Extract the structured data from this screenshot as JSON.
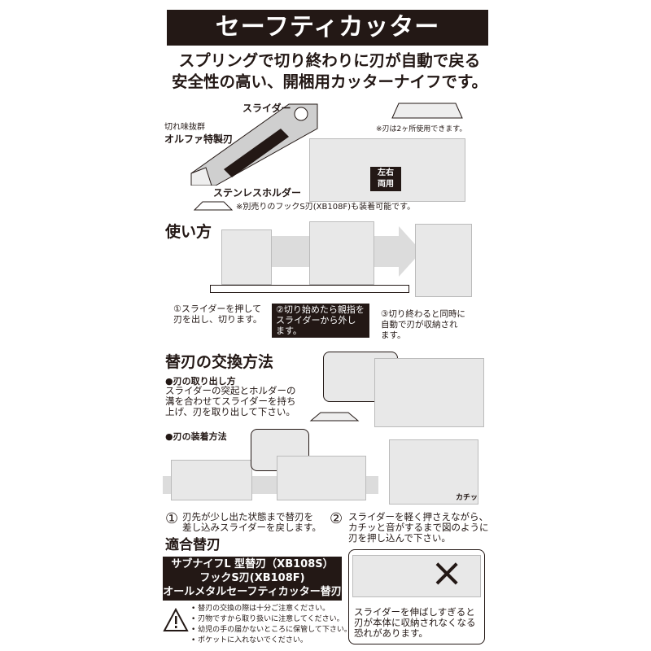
{
  "title": "セーフティカッター",
  "lead": [
    "スプリングで切り終わりに刃が自動で戻る",
    "安全性の高い、開梱用カッターナイフです。"
  ],
  "product": {
    "slider_label": "スライダー",
    "blade_label": [
      "切れ味抜群",
      "オルファ特製刃"
    ],
    "holder_label": "ステンレスホルダー",
    "blade_note": "※刃は2ヶ所使用できます。",
    "hand_badge": [
      "左右",
      "両用"
    ],
    "hook_note": "※別売りのフックS刃(XB108F)も装着可能です。"
  },
  "usage": {
    "heading": "使い方",
    "steps": [
      "①スライダーを押して\n刃を出し、切ります。",
      "②切り始めたら親指を\nスライダーから外し\nます。",
      "③切り終わると同時に\n自動で刃が収納され\nます。"
    ]
  },
  "replace": {
    "heading": "替刃の交換方法",
    "remove_heading": "●刃の取り出し方",
    "remove_text": "スライダーの突起とホルダーの\n溝を合わせてスライダーを持ち\n上げ、刃を取り出して下さい。",
    "install_heading": "●刃の装着方法",
    "click_label": "カチッ",
    "step1_num": "①",
    "step1": "刃先が少し出た状態まで替刃を\n差し込みスライダーを戻します。",
    "step2_num": "②",
    "step2": "スライダーを軽く押さえながら、\nカチッと音がするまで図のように\n刃を押し込んで下さい。"
  },
  "compat": {
    "heading": "適合替刃",
    "items": [
      "サブナイフL 型替刃（XB108S）",
      "フックS刃(XB108F)",
      "オールメタルセーフティカッター替刃"
    ]
  },
  "warnings": [
    "替刃の交換の際は十分ご注意ください。",
    "刃物ですから取り扱いに注意してください。",
    "幼児の手の届かないところに保管して下さい。",
    "ポケットに入れないでください。"
  ],
  "caution": {
    "mark": "×",
    "text": "スライダーを伸ばしすぎると\n刃が本体に収納されなくなる\n恐れがあります。"
  }
}
